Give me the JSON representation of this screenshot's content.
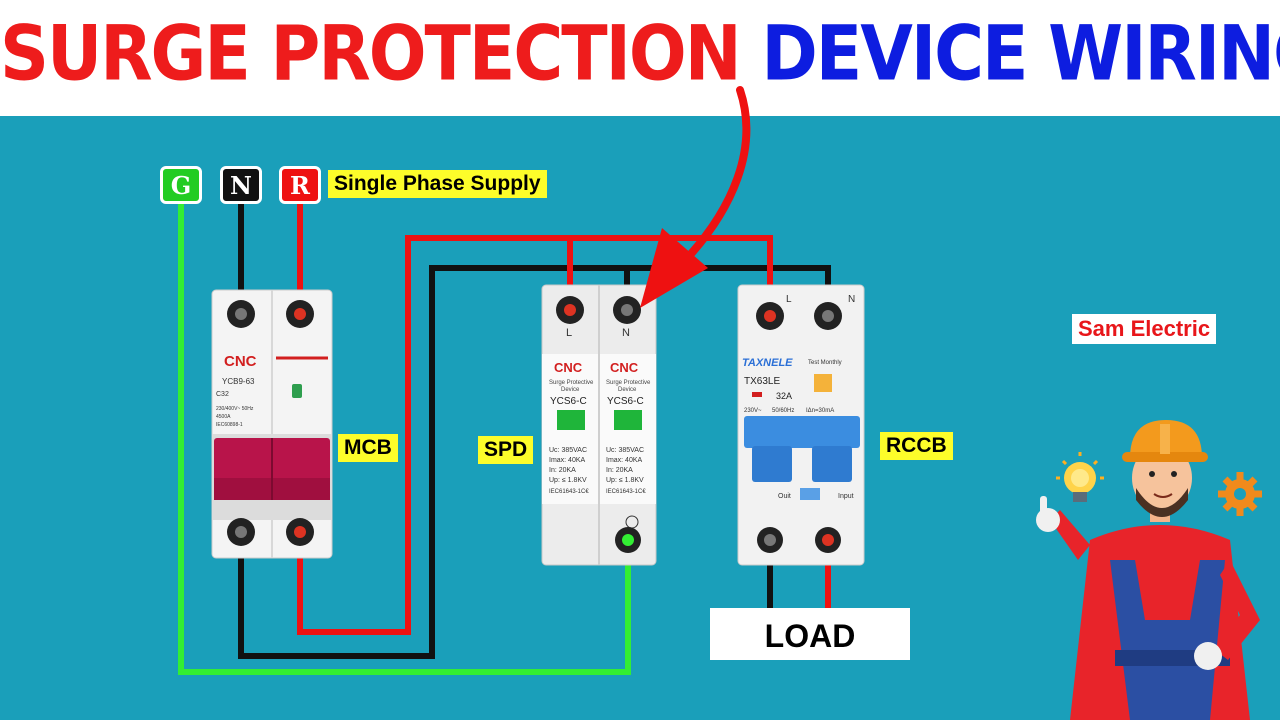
{
  "title": {
    "part1": "SURGE PROTECTION",
    "part2": "DEVICE WIRING"
  },
  "supply": {
    "terminals": [
      {
        "letter": "G",
        "color": "#22cc22"
      },
      {
        "letter": "N",
        "color": "#111111"
      },
      {
        "letter": "R",
        "color": "#ee1111"
      }
    ],
    "label": "Single Phase Supply"
  },
  "labels": {
    "mcb": "MCB",
    "spd": "SPD",
    "rccb": "RCCB",
    "load": "LOAD",
    "brand": "Sam Electric"
  },
  "mcb": {
    "brand": "CNC",
    "model": "YCB9-63",
    "rating": "C32",
    "spec1": "230/400V~ 50Hz",
    "spec2": "4500A",
    "spec3": "IEC60898-1"
  },
  "spd": {
    "terminal_l": "L",
    "terminal_n": "N",
    "brand": "CNC",
    "line1": "Surge Protective",
    "line2": "Device",
    "model": "YCS6-C",
    "uc": "Uc:  385VAC",
    "imax": "Imax: 40KA",
    "in": "In:    20KA",
    "up": "Up: ≤ 1.8KV",
    "std": "IEC61643-1C€"
  },
  "rccb": {
    "terminal_l": "L",
    "terminal_n": "N",
    "brand": "TAXNELE",
    "test": "Test Monthly",
    "model": "TX63LE",
    "rating": "32A",
    "spec1": "230V~",
    "spec2": "50/60Hz",
    "spec3": "IΔn=30mA",
    "out": "Ouit",
    "input": "Input"
  },
  "colors": {
    "background": "#1a9fba",
    "live": "#ee1111",
    "neutral": "#111111",
    "earth": "#33ee33",
    "label_bg": "#fdfd2a"
  },
  "icons": [
    "bulb-icon",
    "gear-icon",
    "electrician-illustration",
    "arrow-icon"
  ]
}
